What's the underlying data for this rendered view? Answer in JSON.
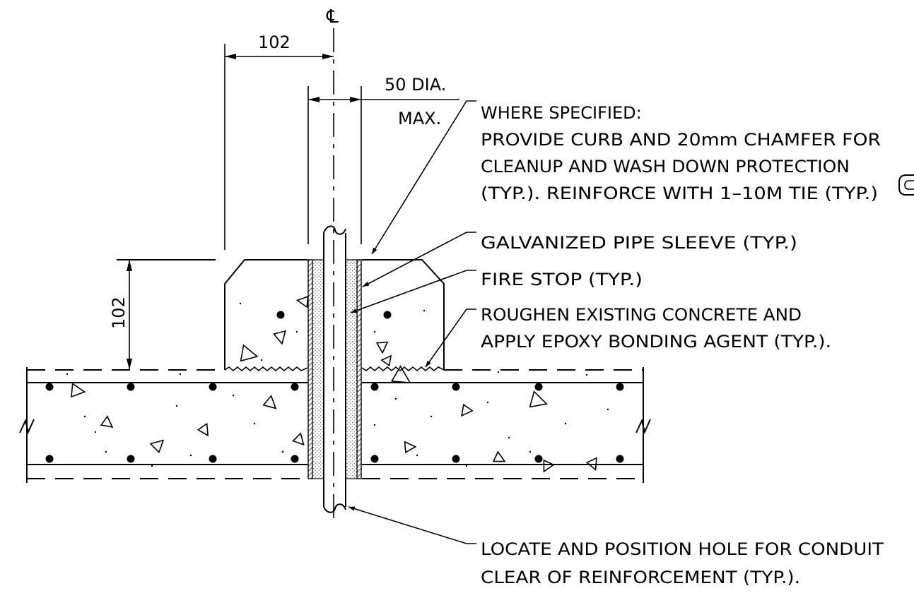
{
  "symbols": {
    "centerline": "℄"
  },
  "dimensions": {
    "offset_to_curb": "102",
    "pipe_dia_line1": "50 DIA.",
    "pipe_dia_line2": "MAX.",
    "curb_height": "102"
  },
  "notes": {
    "curb": {
      "line1": "WHERE SPECIFIED:",
      "line2": "PROVIDE CURB AND 20mm CHAMFER FOR",
      "line3": "CLEANUP AND WASH DOWN PROTECTION",
      "line4": "(TYP.). REINFORCE WITH 1–10M TIE (TYP.)"
    },
    "sleeve": "GALVANIZED PIPE SLEEVE (TYP.)",
    "fire_stop": "FIRE STOP (TYP.)",
    "roughen": {
      "line1": "ROUGHEN EXISTING CONCRETE AND",
      "line2": "APPLY EPOXY BONDING AGENT (TYP.)."
    },
    "conduit": {
      "line1": "LOCATE AND POSITION HOLE FOR CONDUIT",
      "line2": "CLEAR OF REINFORCEMENT (TYP.)."
    }
  },
  "colors": {
    "line": "#000000",
    "background": "#ffffff",
    "fill_pattern": "#555555"
  }
}
